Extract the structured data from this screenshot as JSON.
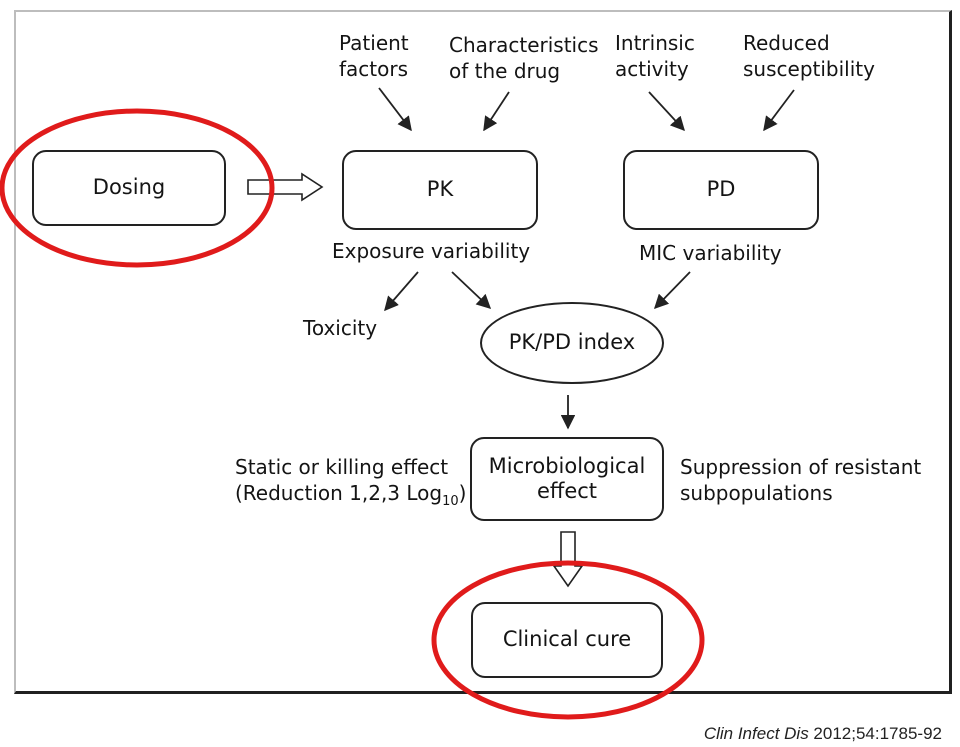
{
  "diagram": {
    "boxes": {
      "dosing": "Dosing",
      "pk": "PK",
      "pd": "PD",
      "pkpd_index": "PK/PD index",
      "microbiological_effect": "Microbiological\neffect",
      "clinical_cure": "Clinical cure"
    },
    "labels": {
      "patient_factors": "Patient\nfactors",
      "characteristics_drug": "Characteristics\nof the drug",
      "intrinsic_activity": "Intrinsic\nactivity",
      "reduced_susceptibility": "Reduced\nsusceptibility",
      "exposure_variability": "Exposure variability",
      "mic_variability": "MIC variability",
      "toxicity": "Toxicity",
      "static_killing_line1": "Static or killing effect",
      "static_killing_prefix": "(Reduction 1,2,3 Log",
      "static_killing_sub": "10",
      "static_killing_suffix": ")",
      "suppression_resistant": "Suppression of resistant\nsubpopulations"
    },
    "highlight_color": "#e01b1b"
  },
  "citation": {
    "journal": "Clin Infect Dis",
    "reference": " 2012;54:1785-92"
  }
}
